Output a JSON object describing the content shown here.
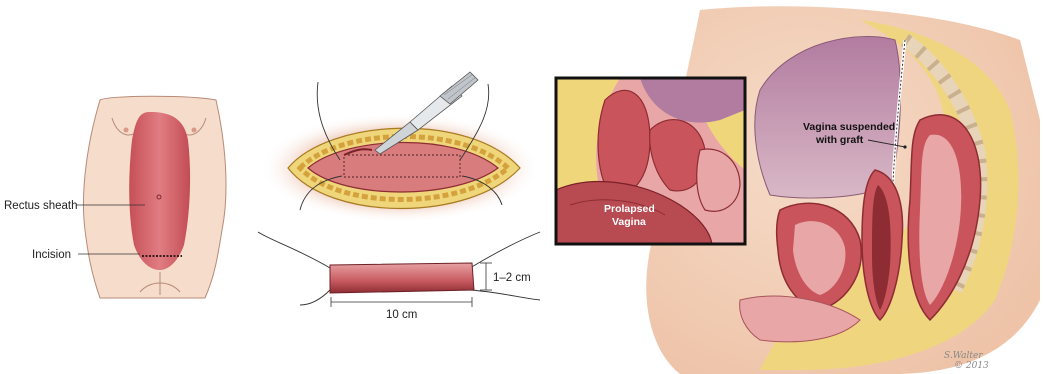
{
  "panel_body": {
    "labels": [
      {
        "id": "rectus",
        "text": "Rectus sheath"
      },
      {
        "id": "incision",
        "text": "Incision"
      }
    ]
  },
  "panel_graft": {
    "height_label": "1–2 cm",
    "width_label": "10 cm"
  },
  "panel_anatomy": {
    "inset_label_line1": "Prolapsed",
    "inset_label_line2": "Vagina",
    "callout_line1": "Vagina suspended",
    "callout_line2": "with graft",
    "signature": "S.Walter",
    "year": "© 2013"
  },
  "colors": {
    "skin": "#f5dccb",
    "muscle": "#c9545c",
    "fat": "#f0d67a",
    "tissue_pink": "#e8a7a6",
    "dark_red": "#8e2c33"
  }
}
